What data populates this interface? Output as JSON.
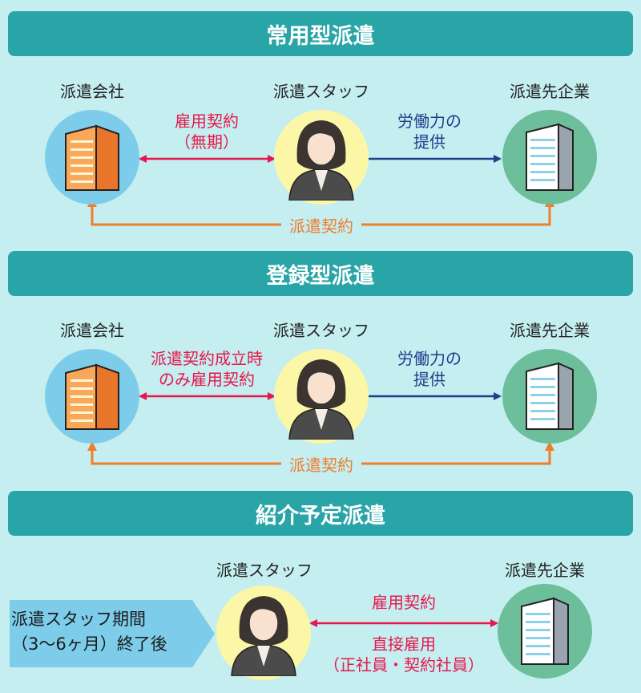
{
  "sections": [
    {
      "title": "常用型派遣",
      "agency": "派遣会社",
      "staff": "派遣スタッフ",
      "client": "派遣先企業",
      "employment_contract": [
        "雇用契約",
        "（無期）"
      ],
      "labor_provision": [
        "労働力の",
        "提供"
      ],
      "dispatch_contract": "派遣契約"
    },
    {
      "title": "登録型派遣",
      "agency": "派遣会社",
      "staff": "派遣スタッフ",
      "client": "派遣先企業",
      "employment_contract": [
        "派遣契約成立時",
        "のみ雇用契約"
      ],
      "labor_provision": [
        "労働力の",
        "提供"
      ],
      "dispatch_contract": "派遣契約"
    },
    {
      "title": "紹介予定派遣",
      "staff": "派遣スタッフ",
      "client": "派遣先企業",
      "callout": [
        "派遣スタッフ期間",
        "（3〜6ヶ月）終了後"
      ],
      "employment_contract": "雇用契約",
      "direct_hire": [
        "直接雇用",
        "（正社員・契約社員）"
      ]
    }
  ],
  "colors": {
    "header": "#2aa5a7",
    "background": "#c4eef0",
    "employment_arrow": "#e8174b",
    "labor_arrow": "#213d8c",
    "dispatch_arrow": "#ef7d2c",
    "agency_circle": "#7dcdea",
    "staff_circle": "#fbf7a6",
    "client_circle": "#6dbf9b"
  },
  "icons": {
    "agency": "orange-building-icon",
    "staff": "business-woman-icon",
    "client": "white-building-icon"
  }
}
